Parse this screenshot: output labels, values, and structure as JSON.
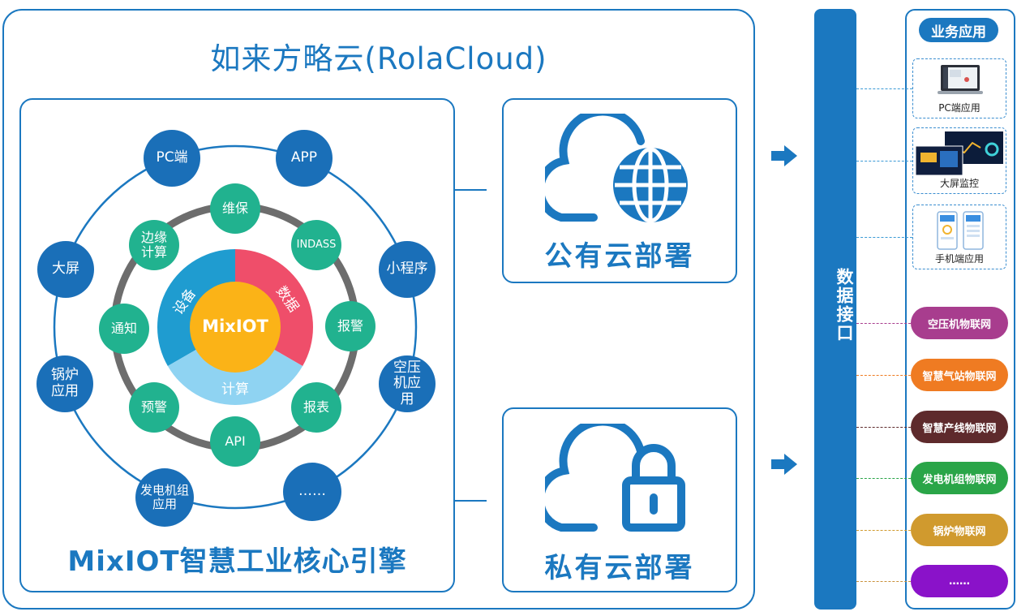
{
  "platform": {
    "title": "如来方略云(RolaCloud)"
  },
  "core_engine": {
    "title": "MixIOT智慧工业核心引擎",
    "center_label": "MixIOT",
    "segments": [
      {
        "label": "设备",
        "color": "#1f9cd0"
      },
      {
        "label": "数据",
        "color": "#ef4e6a"
      },
      {
        "label": "计算",
        "color": "#8fd3f2"
      }
    ],
    "center_color": "#fbb317",
    "outer_nodes": [
      "PC端",
      "APP",
      "小程序",
      "空压机应用",
      "……",
      "发电机组应用",
      "锅炉应用",
      "大屏"
    ],
    "inner_nodes": [
      "维保",
      "INDASS",
      "报警",
      "报表",
      "API",
      "预警",
      "通知",
      "边缘计算"
    ]
  },
  "deployments": {
    "public": "公有云部署",
    "private": "私有云部署"
  },
  "data_interface": {
    "label": "数据接口"
  },
  "business_apps": {
    "header": "业务应用",
    "cards": [
      "PC端应用",
      "大屏监控",
      "手机端应用"
    ],
    "pills": [
      {
        "label": "空压机物联网",
        "color": "#a83d8e"
      },
      {
        "label": "智慧气站物联网",
        "color": "#ef7b22"
      },
      {
        "label": "智慧产线物联网",
        "color": "#5e2a2c"
      },
      {
        "label": "发电机组物联网",
        "color": "#2aa548"
      },
      {
        "label": "锅炉物联网",
        "color": "#d09a2e"
      },
      {
        "label": "……",
        "color": "#8a12c9"
      }
    ]
  },
  "colors": {
    "primary": "#1b78c0",
    "outer_node": "#1a6fb8",
    "inner_node": "#21b28f",
    "ring": "#6d6d6d"
  }
}
